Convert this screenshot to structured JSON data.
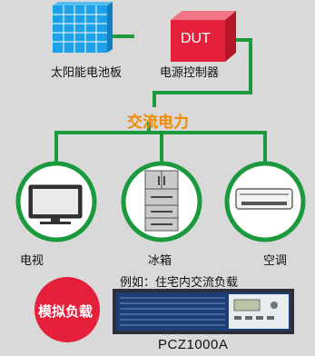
{
  "source": {
    "solar_panel_label": "太阳能电池板",
    "power_controller_label": "电源控制器",
    "dut_label": "DUT"
  },
  "bus": {
    "label": "交流电力"
  },
  "loads": [
    {
      "label": "电视",
      "icon": "tv-icon"
    },
    {
      "label": "冰箱",
      "icon": "refrigerator-icon"
    },
    {
      "label": "空调",
      "icon": "air-conditioner-icon"
    }
  ],
  "simulator": {
    "badge_label": "模拟负载",
    "caption": "例如：住宅内交流负载",
    "model": "PCZ1000A"
  },
  "colors": {
    "background": "#d9d9d9",
    "line_green": "#1a9a3c",
    "solar_blue": "#1ea1e6",
    "dut_red": "#e5203a",
    "accent_orange": "#f08a00",
    "badge_red": "#e5203a"
  }
}
